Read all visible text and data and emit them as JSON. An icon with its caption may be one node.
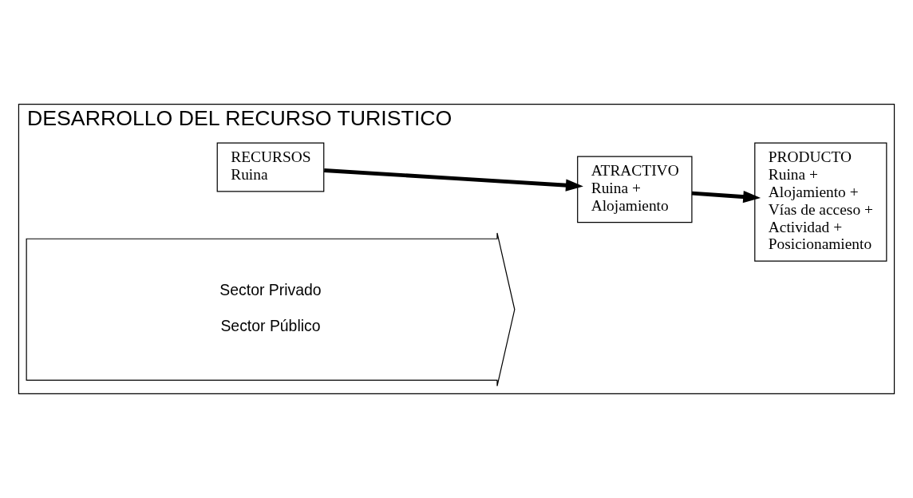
{
  "diagram": {
    "nodes": [
      {
        "text": [
          "DESARROLLO DEL RECURSO TURISTICO"
        ]
      },
      {
        "text": [
          "RECURSOS",
          "Ruina"
        ],
        "in": 0
      },
      {
        "text": [
          "ATRACTIVO",
          "Ruina + Alojamiento"
        ],
        "in": 0
      },
      {
        "text": [
          "PRODUCTO",
          "Ruina + Alojamiento + Vías de acceso + Actividad + Posicionamiento"
        ],
        "in": 0
      },
      {
        "text": [
          "Sector Privado",
          "Sector Público"
        ],
        "in": 0
      }
    ],
    "edges": [
      {
        "from": 1,
        "to": 2,
        "arrow": "to"
      },
      {
        "from": 2,
        "to": 3,
        "arrow": "to"
      }
    ]
  }
}
